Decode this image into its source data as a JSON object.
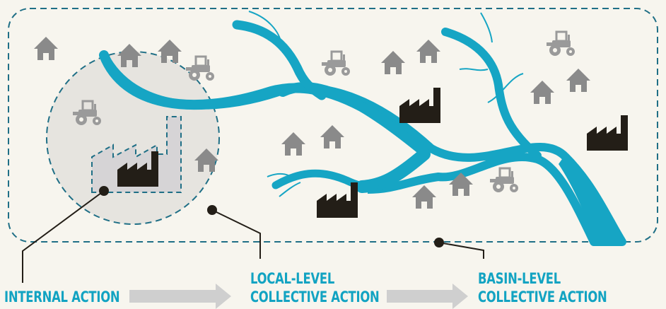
{
  "labels": {
    "internal": "INTERNAL ACTION",
    "local_line1": "LOCAL-LEVEL",
    "local_line2": "COLLECTIVE ACTION",
    "basin_line1": "BASIN-LEVEL",
    "basin_line2": "COLLECTIVE ACTION"
  },
  "colors": {
    "background": "#f7f5ee",
    "river": "#16a5c4",
    "boundary": "#1f6f86",
    "label": "#12a3c2",
    "house": "#8a8a8a",
    "tractor": "#9a9a9a",
    "factory": "#231e17",
    "local_circle": "#e6e4df",
    "arrow": "#cfcfcf"
  },
  "icons": [
    "house-icon",
    "tractor-icon",
    "factory-icon",
    "arrow-right-icon"
  ]
}
